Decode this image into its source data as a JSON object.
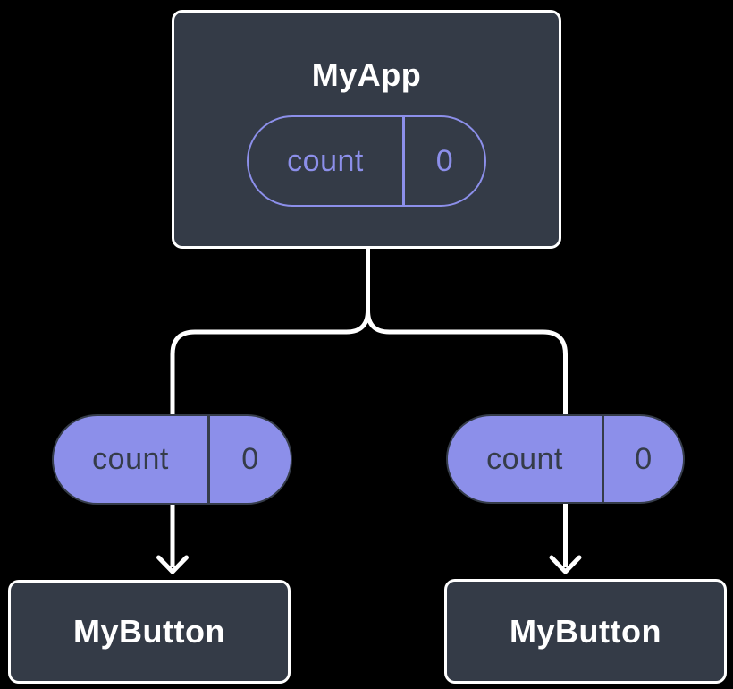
{
  "colors": {
    "background": "#000000",
    "node-fill": "#343b47",
    "node-border": "#ffffff",
    "accent-purple": "#8c8fea",
    "pill-dark": "#353c49",
    "text-light": "#ffffff",
    "connector": "#ffffff"
  },
  "tree": {
    "root": {
      "label": "MyApp",
      "state": {
        "key": "count",
        "value": "0"
      }
    },
    "props": {
      "left": {
        "key": "count",
        "value": "0"
      },
      "right": {
        "key": "count",
        "value": "0"
      }
    },
    "children": {
      "left": {
        "label": "MyButton"
      },
      "right": {
        "label": "MyButton"
      }
    }
  }
}
